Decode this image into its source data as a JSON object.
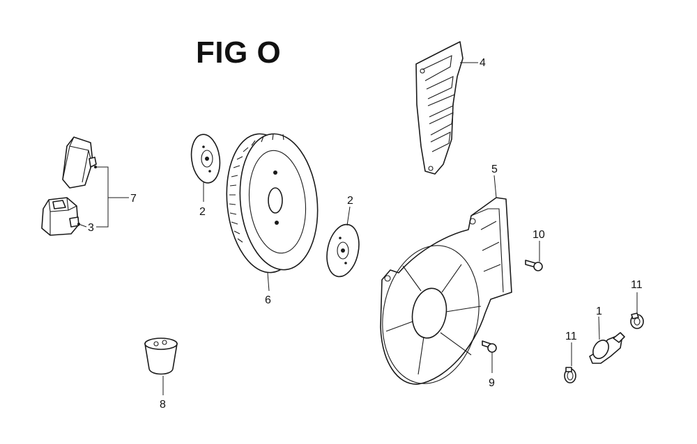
{
  "figure": {
    "title": "FIG O"
  },
  "callouts": {
    "c1": "1",
    "c2a": "2",
    "c2b": "2",
    "c3": "3",
    "c4": "4",
    "c5": "5",
    "c6": "6",
    "c7": "7",
    "c8": "8",
    "c9": "9",
    "c10": "10",
    "c11a": "11",
    "c11b": "11"
  }
}
